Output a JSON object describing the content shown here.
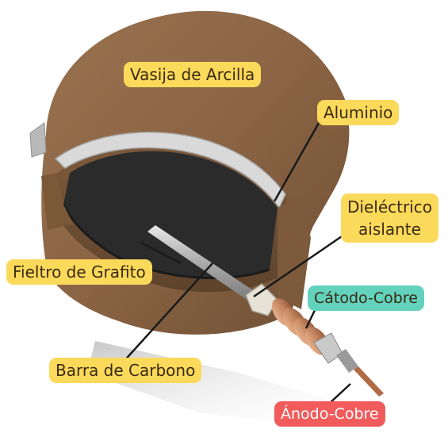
{
  "labels": {
    "vasija": "Vasija de Arcilla",
    "aluminio": "Aluminio",
    "dielectrico_1": "Dieléctrico",
    "dielectrico_2": "aislante",
    "fieltro": "Fieltro de Grafito",
    "catodo": "Cátodo-Cobre",
    "barra": "Barra de Carbono",
    "anodo": "Ánodo-Cobre"
  },
  "colors": {
    "label_yellow": "#fbd95a",
    "label_teal": "#62d2bd",
    "label_red": "#f15b5b",
    "clay": "#8a6444",
    "clay_dark": "#6e4e33",
    "felt": "#2b2b2b",
    "aluminium": "#d9d9d9",
    "copper": "#c98a64",
    "rod": "#b5b5b5",
    "leader_line": "#1a1a1a"
  }
}
